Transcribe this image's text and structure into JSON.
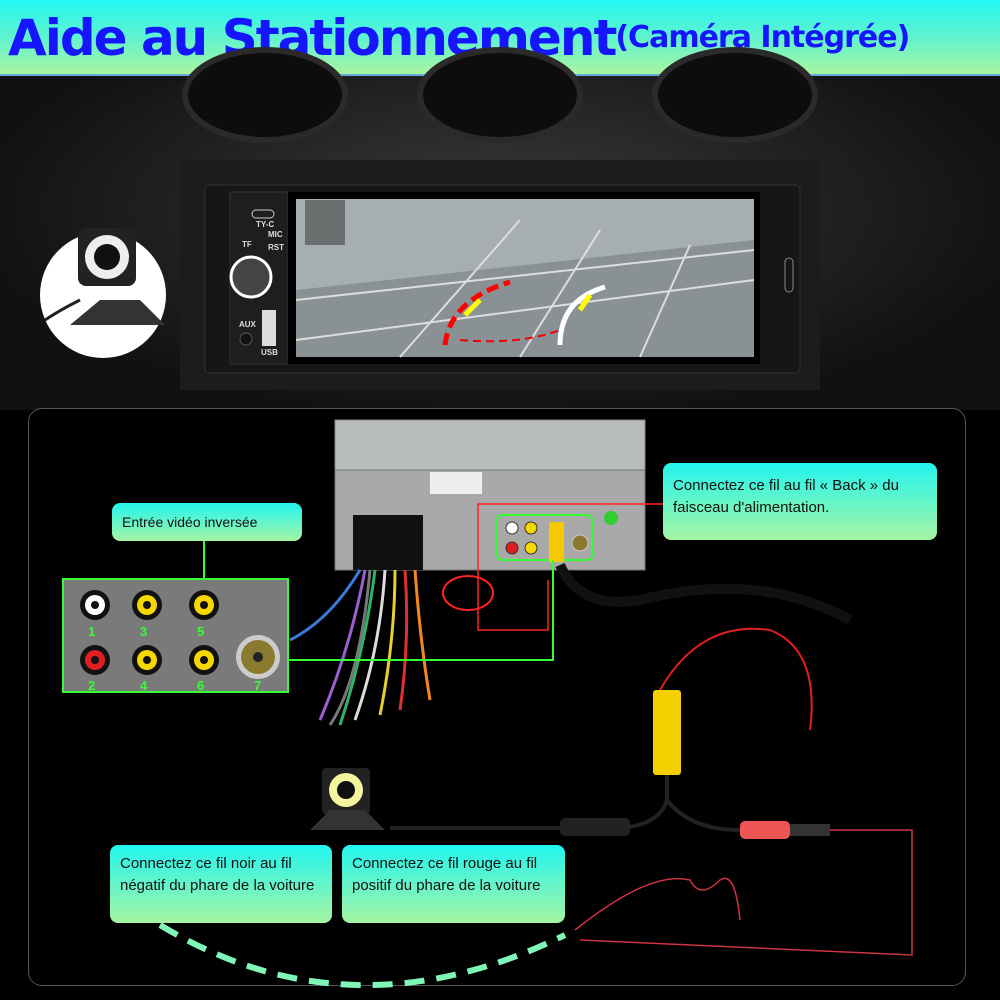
{
  "header": {
    "title": "Aide au Stationnement",
    "subtitle": "(Caméra Intégrée)"
  },
  "radio": {
    "labels": {
      "type_c": "TY-C",
      "mic": "MIC",
      "tf": "TF",
      "rst": "RST",
      "aux": "AUX",
      "usb": "USB"
    }
  },
  "callouts": {
    "back_wire": "Connectez ce fil au fil « Back » du faisceau d'alimentation.",
    "reverse_video": "Entrée vidéo inversée",
    "black_wire": "Connectez ce fil noir au fil négatif du phare de la voiture",
    "red_wire": "Connectez ce fil rouge au fil positif du phare de la voiture"
  },
  "rca_ports": [
    {
      "number": "1",
      "color": "#ffffff"
    },
    {
      "number": "2",
      "color": "#e02020"
    },
    {
      "number": "3",
      "color": "#f5d800"
    },
    {
      "number": "4",
      "color": "#f5d800"
    },
    {
      "number": "5",
      "color": "#f5d800"
    },
    {
      "number": "6",
      "color": "#f5d800"
    },
    {
      "number": "7",
      "color": "#c8b040"
    }
  ],
  "colors": {
    "title": "#1515ff",
    "highlight": "#33ff33",
    "wire_red": "#ff2020",
    "callout_top": "#22f5ef",
    "callout_bottom": "#a6f5a3"
  }
}
